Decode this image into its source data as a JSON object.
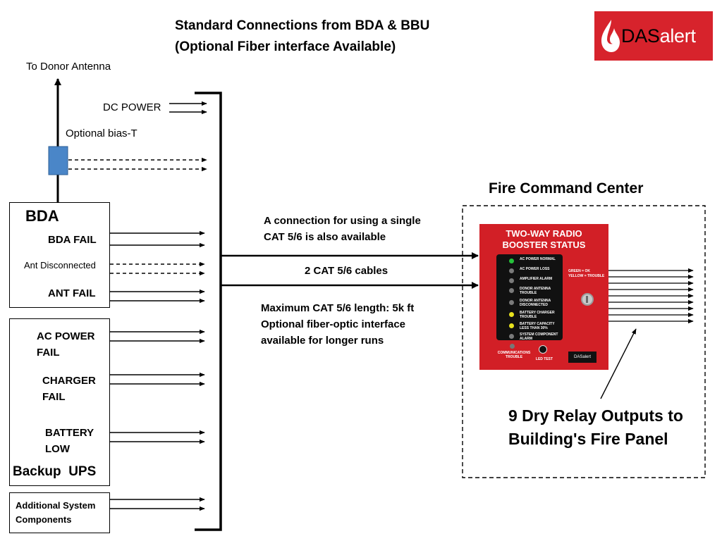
{
  "title_line1": "Standard Connections from BDA & BBU",
  "title_line2": "(Optional Fiber interface Available)",
  "logo": {
    "text_prefix": "DAS",
    "text_suffix": "alert",
    "brand_color": "#d7232c",
    "icon": "flame-icon"
  },
  "left": {
    "to_donor_antenna": "To Donor Antenna",
    "dc_power": "DC POWER",
    "bias_t": "Optional bias-T",
    "bda": {
      "heading": "BDA",
      "bda_fail": "BDA FAIL",
      "ant_disconnected": "Ant Disconnected",
      "ant_fail": "ANT FAIL"
    },
    "ups": {
      "ac_power_1": "AC POWER",
      "ac_power_2": "FAIL",
      "charger_1": "CHARGER",
      "charger_2": "FAIL",
      "battery_1": "BATTERY",
      "battery_2": "LOW",
      "heading": "Backup  UPS"
    },
    "additional": {
      "line1": "Additional System",
      "line2": "Components"
    }
  },
  "middle": {
    "single_cat_1": "A connection for using a single",
    "single_cat_2": "CAT 5/6 is also available",
    "two_cables": "2 CAT 5/6 cables",
    "max_length": "Maximum CAT 5/6 length: 5k ft",
    "fiber_1": "Optional fiber-optic  interface",
    "fiber_2": "available for longer runs"
  },
  "fcc": {
    "title": "Fire Command Center",
    "panel": {
      "title_1": "TWO-WAY RADIO",
      "title_2": "BOOSTER STATUS",
      "leds": [
        {
          "label": "AC POWER NORMAL",
          "color": "#25c23a"
        },
        {
          "label": "AC POWER LOSS",
          "color": "#7a7a7a"
        },
        {
          "label": "AMPLIFIER ALARM",
          "color": "#7a7a7a"
        },
        {
          "label": "DONOR ANTENNA TROUBLE",
          "color": "#7a7a7a"
        },
        {
          "label": "DONOR ANTENNA DISCONNECTED",
          "color": "#7a7a7a"
        },
        {
          "label": "BATTERY CHARGER TROUBLE",
          "color": "#e8e21e"
        },
        {
          "label": "BATTERY CAPACITY LESS THAN 30%",
          "color": "#e8e21e"
        },
        {
          "label": "SYSTEM COMPONENT ALARM",
          "color": "#7a7a7a"
        }
      ],
      "legend_1": "GREEN = OK",
      "legend_2": "YELLOW = TROUBLE",
      "comm_1": "COMMUNICATIONS",
      "comm_2": "TROUBLE",
      "led_test": "LED TEST",
      "mini_logo": "DASalert",
      "panel_color": "#d21f26"
    },
    "relay_1": "9 Dry Relay Outputs to",
    "relay_2": "Building's Fire Panel"
  }
}
